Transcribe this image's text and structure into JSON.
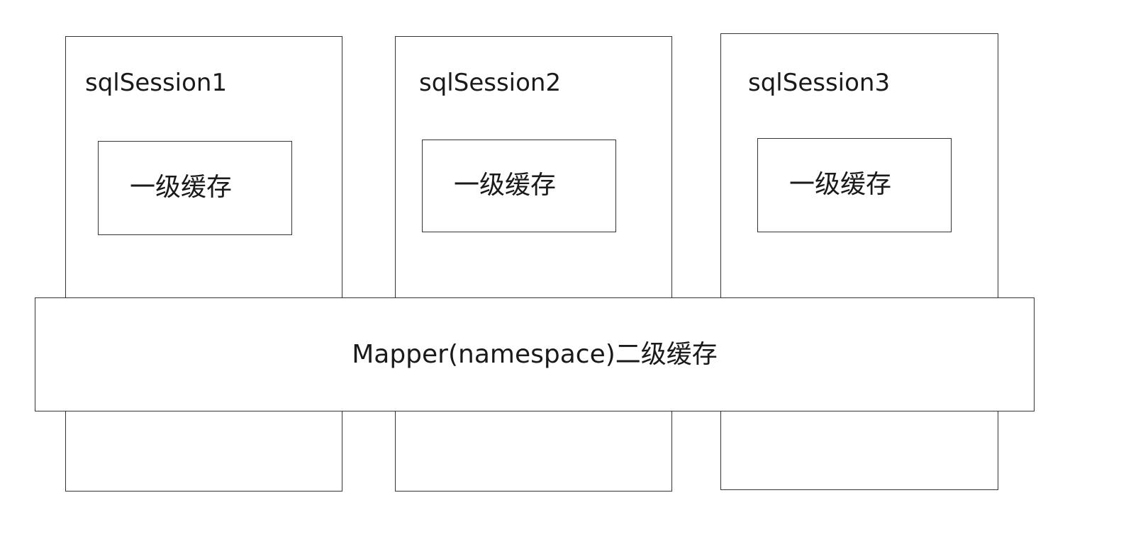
{
  "sessions": [
    {
      "label": "sqlSession1",
      "cache_label": "一级缓存"
    },
    {
      "label": "sqlSession2",
      "cache_label": "一级缓存"
    },
    {
      "label": "sqlSession3",
      "cache_label": "一级缓存"
    }
  ],
  "mapper": {
    "label": "Mapper(namespace)二级缓存"
  },
  "colors": {
    "stroke": "#333333",
    "background": "#ffffff"
  }
}
